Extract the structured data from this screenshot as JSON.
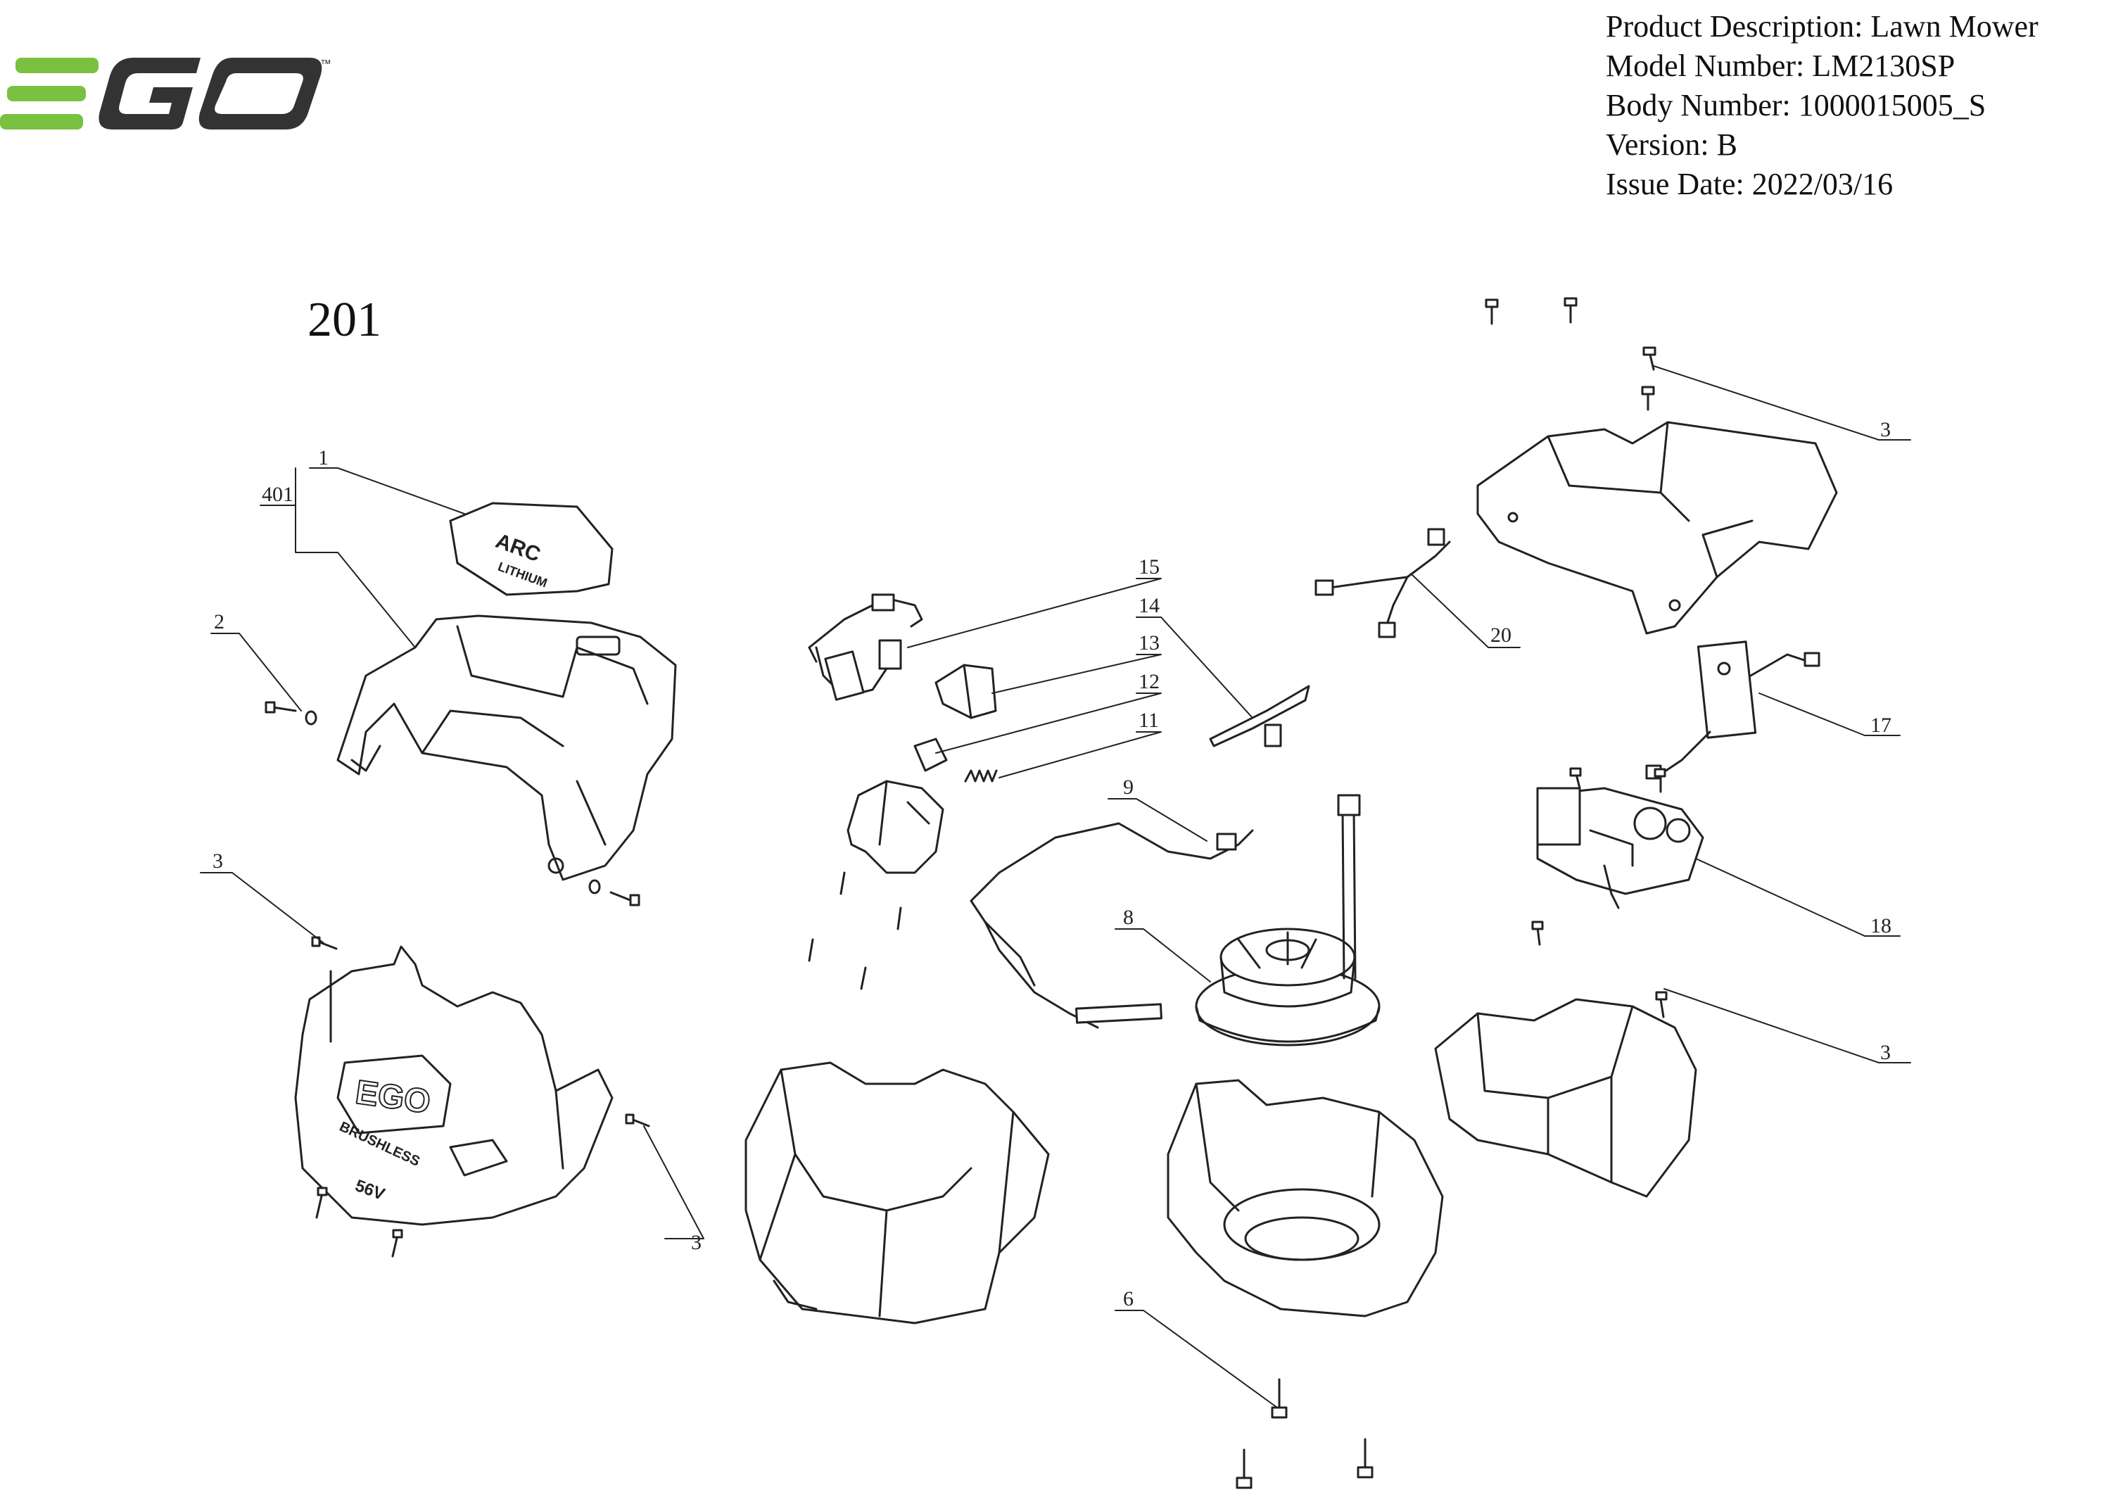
{
  "brand": {
    "name": "EGO",
    "trademark": "™",
    "colors": {
      "green": "#7AC142",
      "dark": "#333333"
    }
  },
  "header": {
    "lines": [
      "Product Description: Lawn Mower",
      "Model Number: LM2130SP",
      "Body Number: 1000015005_S",
      "Version: B",
      "Issue Date: 2022/03/16"
    ]
  },
  "page_number": "201",
  "callouts": {
    "c1": "1",
    "c401": "401",
    "c2": "2",
    "c3a": "3",
    "c3b": "3",
    "c3c": "3",
    "c3d": "3",
    "c6": "6",
    "c8": "8",
    "c9": "9",
    "c11": "11",
    "c12": "12",
    "c13": "13",
    "c14": "14",
    "c15": "15",
    "c17": "17",
    "c18": "18",
    "c20": "20"
  },
  "part_text": {
    "cover_top": "ARC",
    "cover_sub": "LITHIUM",
    "front_logo": "EGO",
    "front_label": "BRUSHLESS",
    "front_volt": "56V"
  }
}
